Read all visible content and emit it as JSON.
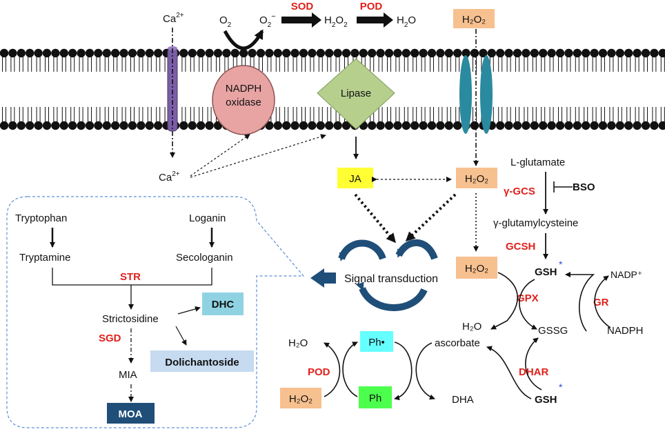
{
  "top": {
    "ca_top": "Ca",
    "ca_sup": "2+",
    "o2": "O",
    "o2_sub": "2",
    "superoxide": "O",
    "superoxide_sub": "2",
    "superoxide_sup": "−",
    "sod": "SOD",
    "h2o2": "H",
    "h2o2_sub1": "2",
    "h2o2_mid": "O",
    "h2o2_sub2": "2",
    "pod": "POD",
    "h2o": "H",
    "h2o_sub": "2",
    "h2o_end": "O",
    "h2o2_box": "H₂O₂"
  },
  "membrane": {
    "nadph_oxidase": [
      "NADPH",
      "oxidase"
    ],
    "lipase": "Lipase"
  },
  "mid": {
    "ca_bottom": "Ca",
    "ca_bottom_sup": "2+",
    "ja": "JA",
    "h2o2_mid_box": "H₂O₂",
    "h2o2_lower_box": "H₂O₂",
    "signal": "Signal transduction"
  },
  "glutathione": {
    "l_glutamate": "L-glutamate",
    "gcs": "γ-GCS",
    "bso": "BSO",
    "gamma_glu": "γ-glutamylcysteine",
    "gcsh": "GCSH",
    "gsh": "GSH",
    "gsh_star": "*",
    "nadp": "NADP⁺",
    "gpx": "GPX",
    "gr": "GR",
    "h2o": "H₂O",
    "gssg": "GSSG",
    "nadph": "NADPH"
  },
  "ascorbate": {
    "h2o": "H₂O",
    "ph_radical": "Ph•",
    "ascorbate": "ascorbate",
    "pod": "POD",
    "dhar": "DHAR",
    "h2o2_box": "H₂O₂",
    "ph": "Ph",
    "dha": "DHA",
    "gsh": "GSH",
    "gsh_star": "*"
  },
  "alkaloid": {
    "tryptophan": "Tryptophan",
    "loganin": "Loganin",
    "tryptamine": "Tryptamine",
    "secologanin": "Secologanin",
    "str": "STR",
    "strictosidine": "Strictosidine",
    "dhc": "DHC",
    "sgd": "SGD",
    "dolichantoside": "Dolichantoside",
    "mia": "MIA",
    "moa": "MOA"
  },
  "colors": {
    "enzyme_red": "#e0201b",
    "channel_purple": "#7b5ea7",
    "nadph_pink": "#e8a3a3",
    "lipase_green": "#b6cf8d",
    "aquaporin_teal": "#2a8aa0",
    "h2o2_orange": "#f7c08f",
    "ja_yellow": "#ffff33",
    "ph_radical_cyan": "#66ffff",
    "ph_green": "#4dff4d",
    "dhc_blue": "#8fd3e3",
    "dolich_blue": "#c6daf0",
    "moa_navy": "#1f4e79",
    "signal_navy": "#1f4e79",
    "callout_blue": "#5b8fd8"
  }
}
